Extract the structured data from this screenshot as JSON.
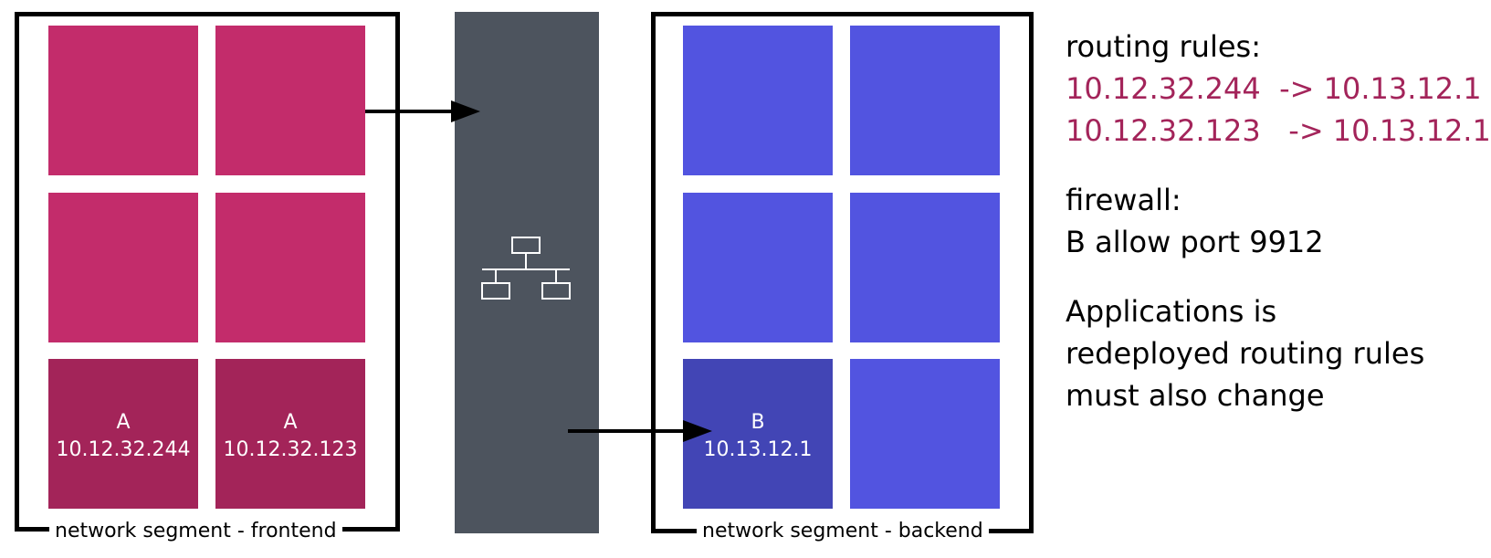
{
  "colors": {
    "frontend_tile": "#c32c6b",
    "frontend_tile_active": "#a32459",
    "backend_tile": "#5254e0",
    "backend_tile_active": "#4245b5",
    "switch": "#4d545e",
    "rule_text": "#a3245a"
  },
  "frontend": {
    "label": "network segment - frontend",
    "tile_a1": {
      "name": "A",
      "ip": "10.12.32.244"
    },
    "tile_a2": {
      "name": "A",
      "ip": "10.12.32.123"
    }
  },
  "backend": {
    "label": "network segment - backend",
    "tile_b": {
      "name": "B",
      "ip": "10.13.12.1"
    }
  },
  "switch": {
    "icon": "network-topology-icon"
  },
  "notes": {
    "routing_heading": "routing rules:",
    "rule_1": "10.12.32.244  -> 10.13.12.1",
    "rule_2": "10.12.32.123   -> 10.13.12.1",
    "firewall_heading": "firewall:",
    "firewall_rule": "B allow port 9912",
    "app_line_1": "Applications is",
    "app_line_2": "redeployed routing rules",
    "app_line_3": "must also change"
  }
}
